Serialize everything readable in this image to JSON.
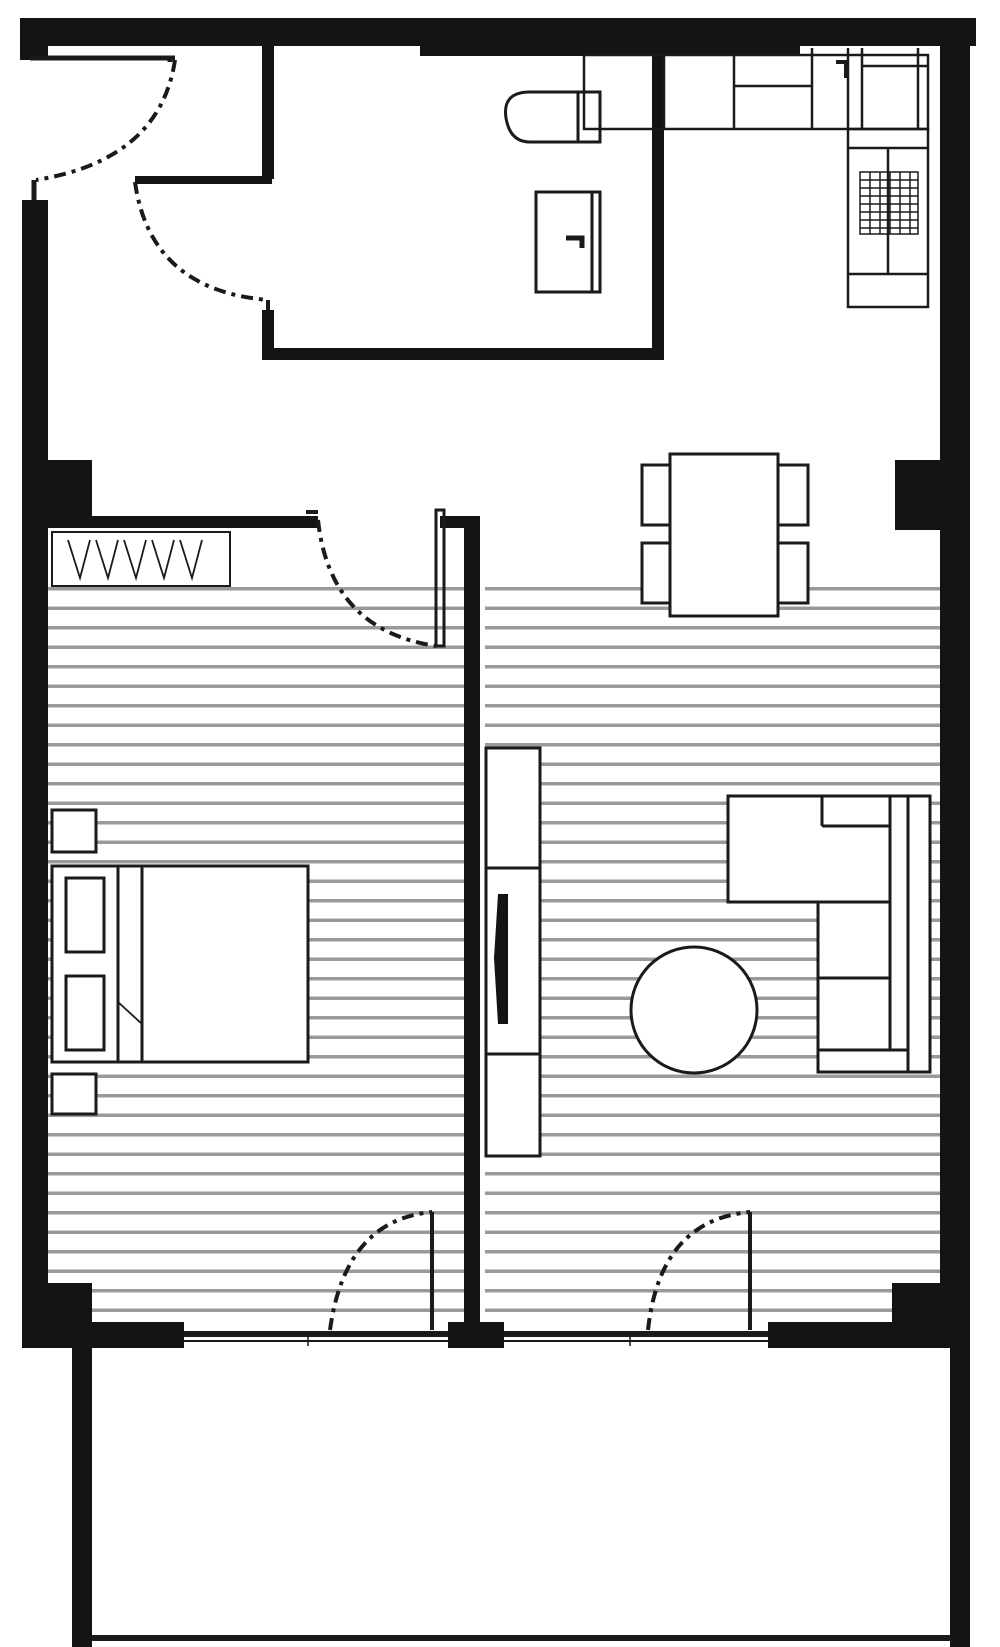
{
  "plan": {
    "colors": {
      "wall": "#141414",
      "floor_stripe": "#9a9a9a",
      "line": "#1a1a1a",
      "background": "#ffffff"
    },
    "rooms": [
      "entrance-hall",
      "bathroom",
      "kitchenette",
      "bedroom",
      "living-room",
      "balcony"
    ],
    "fixtures": {
      "bathroom": [
        "toilet",
        "washbasin"
      ],
      "kitchenette": [
        "kitchen-counter",
        "cooktop"
      ],
      "bedroom": [
        "double-bed",
        "nightstand",
        "nightstand",
        "wardrobe"
      ],
      "living-room": [
        "dining-table",
        "dining-chair",
        "dining-chair",
        "dining-chair",
        "dining-chair",
        "tv-unit",
        "corner-sofa",
        "round-coffee-table"
      ]
    },
    "doors": [
      "entrance-door",
      "bathroom-door",
      "bedroom-door",
      "bedroom-balcony-door",
      "living-balcony-door"
    ]
  }
}
